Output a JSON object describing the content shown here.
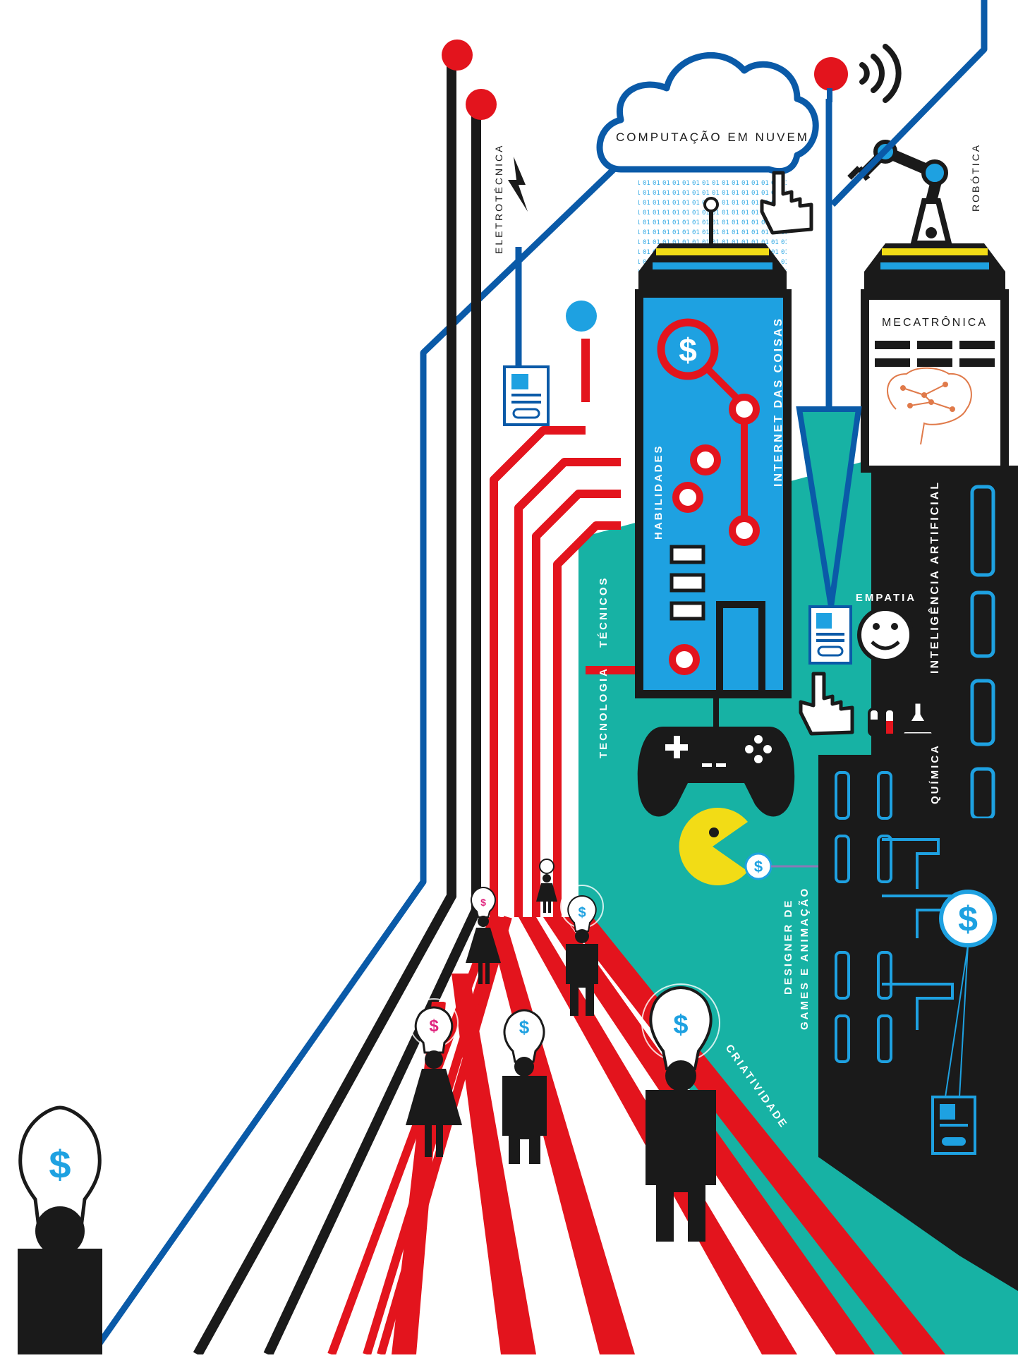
{
  "labels": {
    "cloud": "COMPUTAÇÃO EM NUVEM",
    "eletrotecnica": "ELETROTÉCNICA",
    "robotica": "ROBÓTICA",
    "mecatronica": "MECATRÔNICA",
    "iot": "INTERNET DAS COISAS",
    "habilidades": "HABILIDADES",
    "tecnicos": "TÉCNICOS",
    "tecnologia": "TECNOLOGIA",
    "empatia": "EMPATIA",
    "ia": "INTELIGÊNCIA ARTIFICIAL",
    "quimica": "QUÍMICA",
    "designer1": "DESIGNER DE",
    "designer2": "GAMES E ANIMAÇÃO",
    "criatividade": "CRIATIVIDADE"
  },
  "symbols": {
    "dollar": "$",
    "binary_row": "01010101010101010101"
  },
  "colors": {
    "blue": "#0a5aa8",
    "red": "#e3141d",
    "black": "#1a1a1a",
    "teal": "#17b2a4",
    "sky": "#1ea1e1",
    "yellow": "#f2dc16",
    "purple": "#8b78b6",
    "magenta": "#e0257e"
  }
}
